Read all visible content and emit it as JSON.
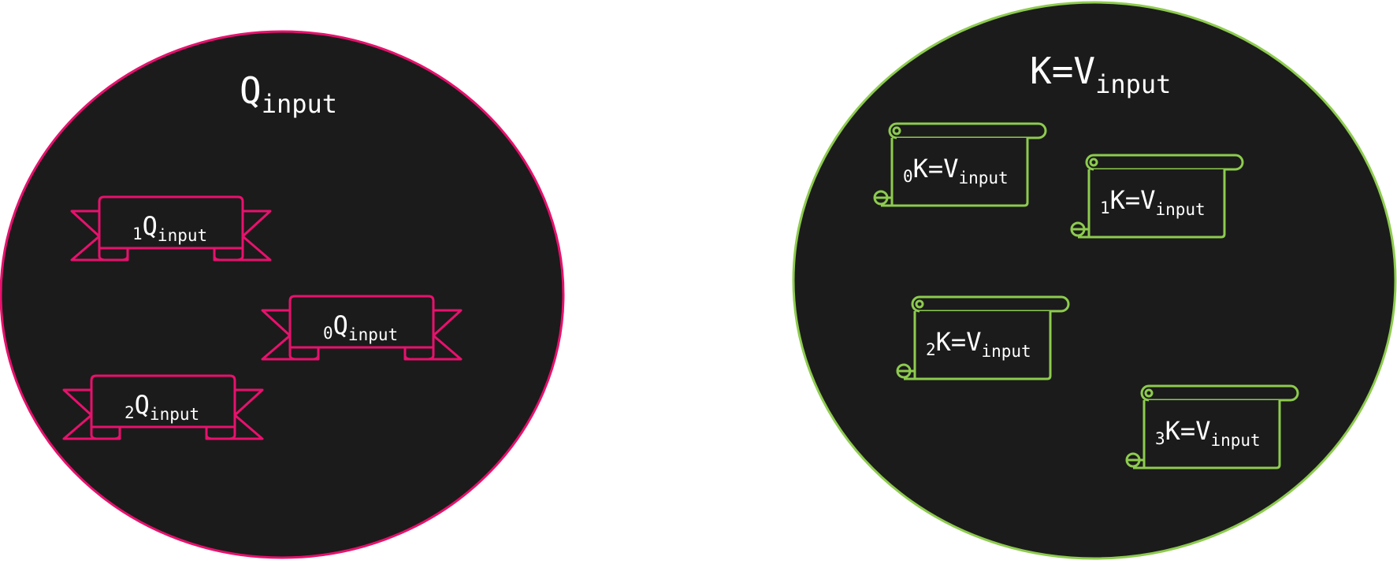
{
  "colors": {
    "background": "#ffffff",
    "circle_fill": "#1b1b1b",
    "query": "#e8116d",
    "key_value": "#8dcb4e",
    "text": "#ffffff"
  },
  "query_set": {
    "title": {
      "main": "Q",
      "sub": "input"
    },
    "items": [
      {
        "icon": "ribbon-banner-icon",
        "prefix": "1",
        "main": "Q",
        "sub": "input"
      },
      {
        "icon": "ribbon-banner-icon",
        "prefix": "0",
        "main": "Q",
        "sub": "input"
      },
      {
        "icon": "ribbon-banner-icon",
        "prefix": "2",
        "main": "Q",
        "sub": "input"
      }
    ]
  },
  "kv_set": {
    "title": {
      "main": "K=V",
      "sub": "input"
    },
    "items": [
      {
        "icon": "scroll-icon",
        "prefix": "0",
        "main": "K=V",
        "sub": "input"
      },
      {
        "icon": "scroll-icon",
        "prefix": "1",
        "main": "K=V",
        "sub": "input"
      },
      {
        "icon": "scroll-icon",
        "prefix": "2",
        "main": "K=V",
        "sub": "input"
      },
      {
        "icon": "scroll-icon",
        "prefix": "3",
        "main": "K=V",
        "sub": "input"
      }
    ]
  }
}
